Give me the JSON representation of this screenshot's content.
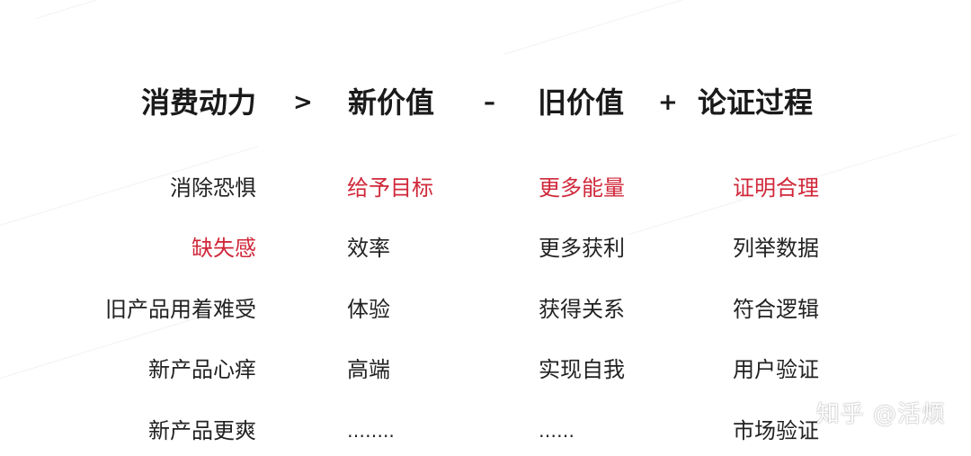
{
  "header": {
    "col1": "消费动力",
    "op1": ">",
    "col2": "新价值",
    "op2": "–",
    "col3": "旧价值",
    "op3": "+",
    "col4": "论证过程"
  },
  "columns": {
    "col1": [
      {
        "text": "消除恐惧",
        "highlight": false
      },
      {
        "text": "缺失感",
        "highlight": true
      },
      {
        "text": "旧产品用着难受",
        "highlight": false
      },
      {
        "text": "新产品心痒",
        "highlight": false
      },
      {
        "text": "新产品更爽",
        "highlight": false
      }
    ],
    "col2": [
      {
        "text": "给予目标",
        "highlight": true
      },
      {
        "text": "效率",
        "highlight": false
      },
      {
        "text": "体验",
        "highlight": false
      },
      {
        "text": "高端",
        "highlight": false
      },
      {
        "text": "……..",
        "highlight": false
      }
    ],
    "col3": [
      {
        "text": "更多能量",
        "highlight": true
      },
      {
        "text": "更多获利",
        "highlight": false
      },
      {
        "text": "获得关系",
        "highlight": false
      },
      {
        "text": "实现自我",
        "highlight": false
      },
      {
        "text": "……",
        "highlight": false
      }
    ],
    "col4": [
      {
        "text": "证明合理",
        "highlight": true
      },
      {
        "text": "列举数据",
        "highlight": false
      },
      {
        "text": "符合逻辑",
        "highlight": false
      },
      {
        "text": "用户验证",
        "highlight": false
      },
      {
        "text": "市场验证",
        "highlight": false
      }
    ]
  },
  "watermark": "知乎 @活烦",
  "colors": {
    "text": "#222222",
    "highlight": "#d0283a"
  }
}
